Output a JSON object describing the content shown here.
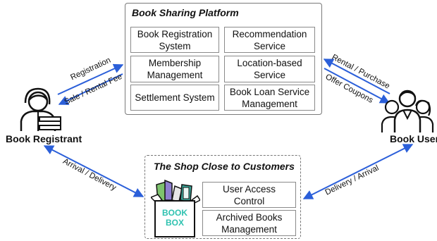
{
  "platform": {
    "title": "Book Sharing Platform",
    "services": [
      "Book Registration\nSystem",
      "Recommendation\nService",
      "Membership\nManagement",
      "Location-based\nService",
      "Settlement System",
      "Book Loan Service\nManagement"
    ]
  },
  "shop": {
    "title": "The Shop Close to Customers",
    "services": [
      "User Access\nControl",
      "Archived Books\nManagement"
    ],
    "bookbox_label_line1": "BOOK",
    "bookbox_label_line2": "BOX"
  },
  "actors": {
    "registrant": "Book Registrant",
    "user": "Book User"
  },
  "flows": {
    "registration": "Registration",
    "sale_rental_fee": "Sale / Rental Fee",
    "rental_purchase": "Rental / Purchase",
    "offer_coupons": "Offer Coupons",
    "arrival_delivery": "Arrival / Delivery",
    "delivery_arrival": "Delivery / Arrival"
  },
  "colors": {
    "arrow": "#2b5fd9",
    "bookbox_teal": "#2fc2b0",
    "icon_stroke": "#111111"
  },
  "icons": [
    "person-with-books-icon",
    "group-of-people-icon",
    "book-box-icon"
  ]
}
